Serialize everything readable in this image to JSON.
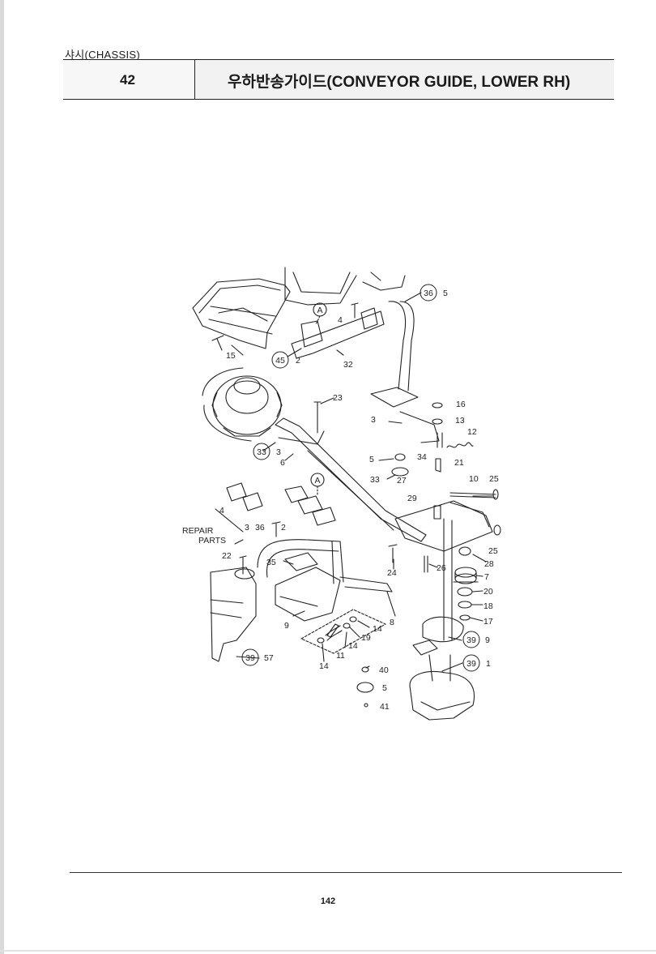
{
  "section_label": "샤시(CHASSIS)",
  "header": {
    "number": "42",
    "title": "우하반송가이드(CONVEYOR GUIDE, LOWER RH)"
  },
  "diagram": {
    "callouts": [
      {
        "ref": "36",
        "qty": "5"
      },
      {
        "ref": "45",
        "qty": "2"
      },
      {
        "ref": "33",
        "qty": "3"
      },
      {
        "ref": "39",
        "qty": "57"
      },
      {
        "ref": "39",
        "qty": "9"
      },
      {
        "ref": "39",
        "qty": "1"
      }
    ],
    "labels": {
      "l4a": "4",
      "l15": "15",
      "l32": "32",
      "l23": "23",
      "l6": "6",
      "l16": "16",
      "l3a": "3",
      "l13": "13",
      "l12": "12",
      "l5a": "5",
      "l34": "34",
      "l21": "21",
      "l33": "33",
      "l27": "27",
      "l10": "10",
      "l25a": "25",
      "l29": "29",
      "l4b": "4",
      "l3b": "3",
      "l36": "36",
      "l2": "2",
      "l22": "22",
      "l35": "35",
      "l24": "24",
      "l26": "26",
      "l28": "28",
      "l7": "7",
      "l20": "20",
      "l18": "18",
      "l17": "17",
      "l25b": "25",
      "l9": "9",
      "l8": "8",
      "l14a": "14",
      "l19": "19",
      "l14b": "14",
      "l11": "11",
      "l14c": "14",
      "l40": "40",
      "l5b": "5",
      "l41": "41",
      "markA1": "A",
      "markA2": "A"
    },
    "repair_line1": "REPAIR",
    "repair_line2": "PARTS"
  },
  "page_number": "142"
}
